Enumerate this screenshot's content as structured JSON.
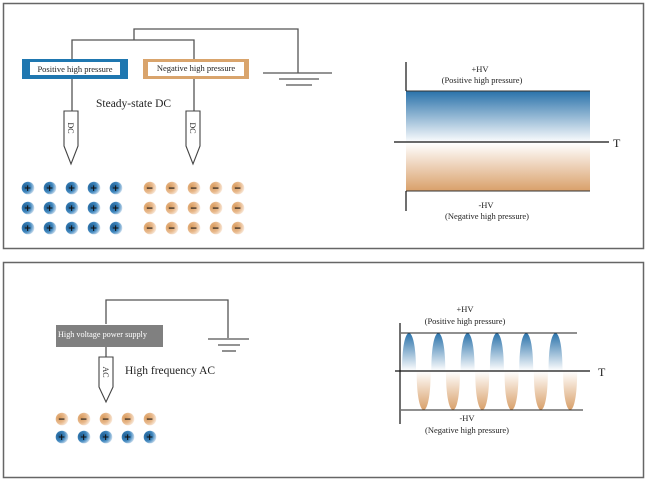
{
  "panels": {
    "dc": {
      "title": "Steady-state DC",
      "positive_box_label": "Positive high pressure",
      "negative_box_label": "Negative high pressure",
      "probe_left_label": "DC",
      "probe_right_label": "DC",
      "positive_ion_symbol": "+",
      "negative_ion_symbol": "−",
      "ion_rows": 3,
      "ion_cols": 5,
      "waveform": {
        "top_label": "+HV",
        "top_sublabel": "(Positive high pressure)",
        "bottom_label": "-HV",
        "bottom_sublabel": "(Negative high pressure)",
        "axis_label": "T"
      }
    },
    "ac": {
      "title": "High frequency AC",
      "supply_label": "High voltage power supply",
      "probe_label": "AC",
      "positive_ion_symbol": "+",
      "negative_ion_symbol": "−",
      "ion_cols": 5,
      "waveform": {
        "top_label": "+HV",
        "top_sublabel": "(Positive high pressure)",
        "bottom_label": "-HV",
        "bottom_sublabel": "(Negative high pressure)",
        "axis_label": "T",
        "cycles": 6
      }
    }
  },
  "colors": {
    "positive": "#2a7bb2",
    "negative": "#e0a870",
    "supply": "#808080",
    "wire": "#555555"
  }
}
